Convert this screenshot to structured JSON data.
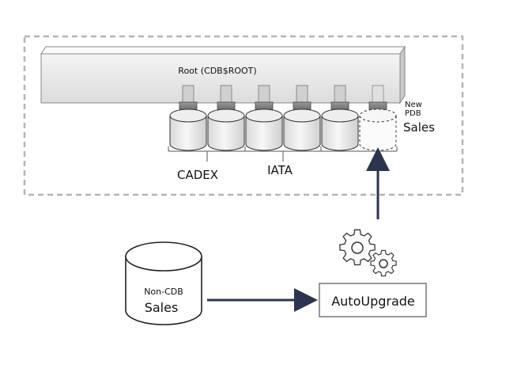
{
  "cdb": {
    "root_label": "Root (CDB$ROOT)",
    "groups": [
      "CADEX",
      "IATA"
    ],
    "new_pdb": {
      "label_line1": "New",
      "label_line2": "PDB",
      "name": "Sales"
    }
  },
  "non_cdb": {
    "label": "Non-CDB",
    "name": "Sales"
  },
  "tool": {
    "label": "AutoUpgrade",
    "icon": "gears-icon"
  }
}
